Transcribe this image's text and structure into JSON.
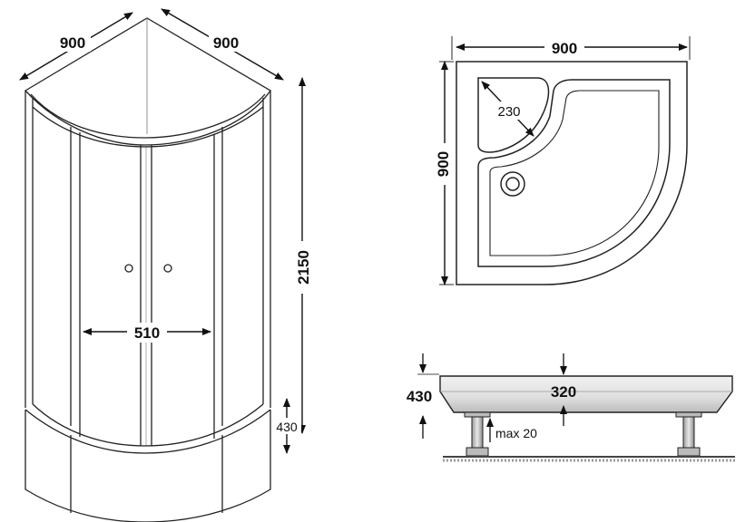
{
  "cabin": {
    "width_left": "900",
    "width_right": "900",
    "height": "2150",
    "door_width": "510",
    "tray_height": "430"
  },
  "tray_top": {
    "width": "900",
    "depth": "900",
    "seat_radius": "230"
  },
  "tray_side": {
    "total_height": "430",
    "body_height": "320",
    "leg_adjust": "max 20"
  },
  "colors": {
    "line": "#222222",
    "glass_edge": "#555555",
    "tray_fill": "#dcdcdc",
    "floor": "#888888"
  }
}
